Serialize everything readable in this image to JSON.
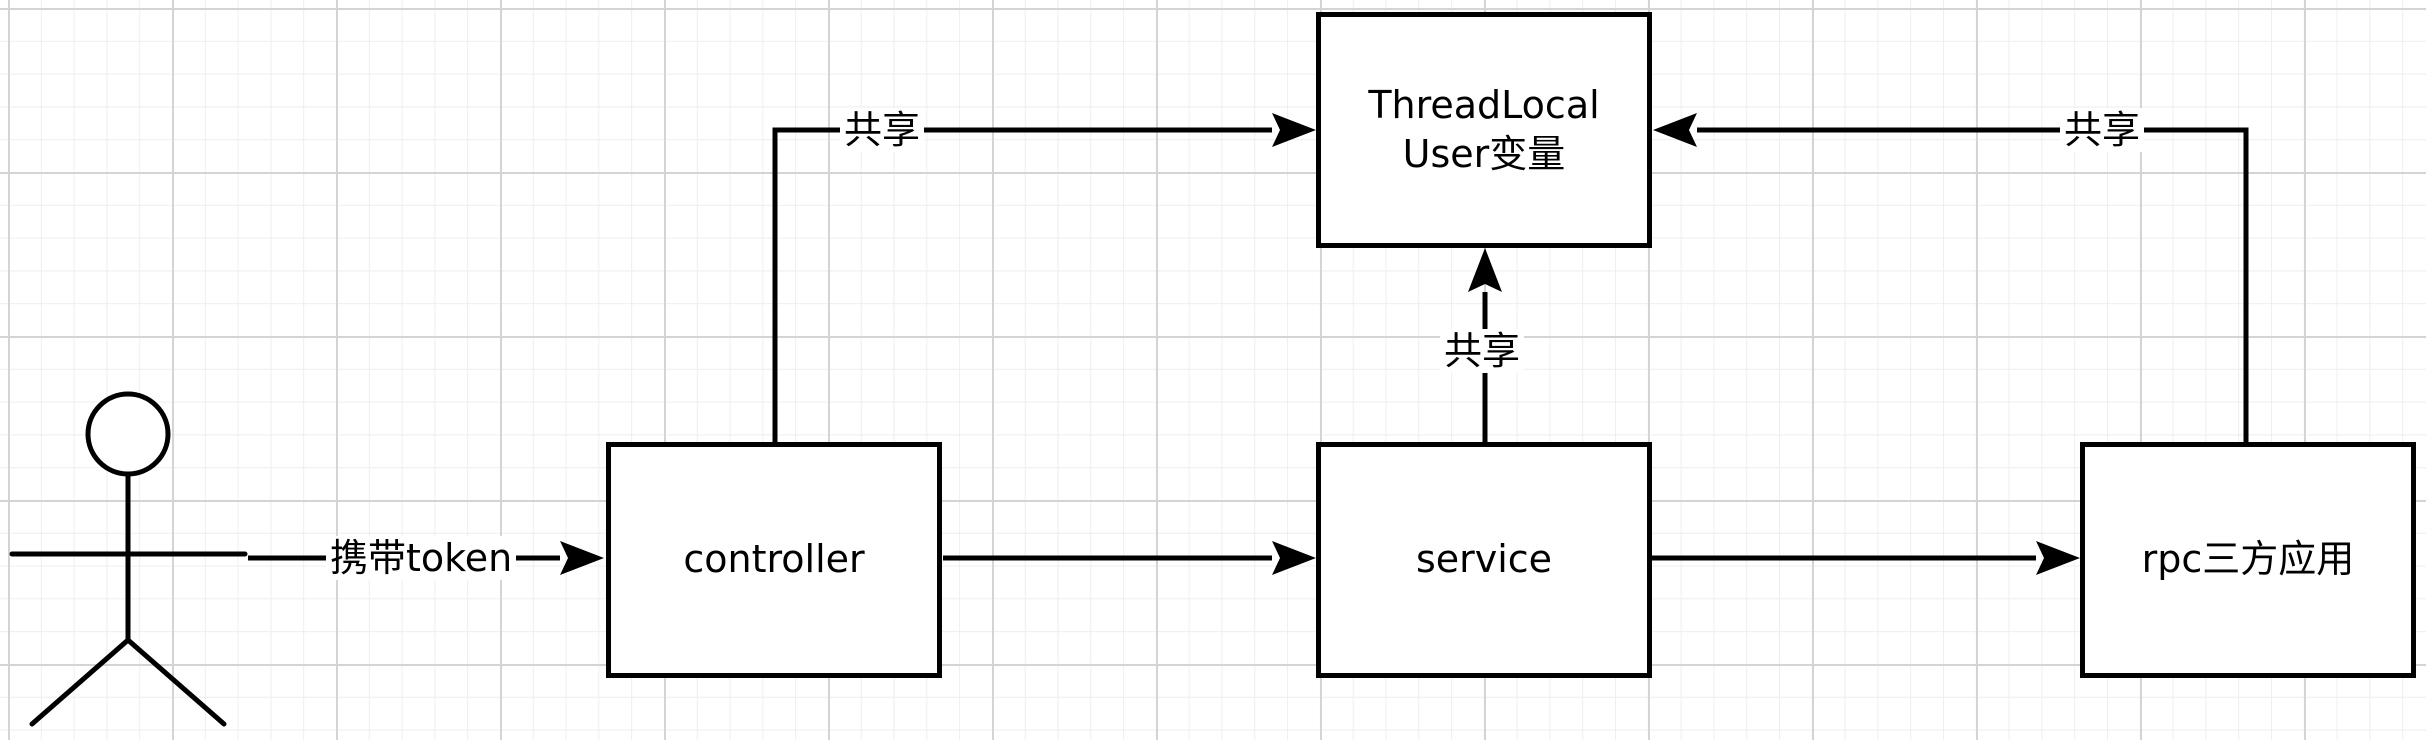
{
  "nodes": {
    "threadlocal": {
      "line1": "ThreadLocal",
      "line2": "User变量"
    },
    "controller": {
      "label": "controller"
    },
    "service": {
      "label": "service"
    },
    "rpc": {
      "label": "rpc三方应用"
    }
  },
  "edges": {
    "user_to_controller": "携带token",
    "controller_to_threadlocal": "共享",
    "service_to_threadlocal": "共享",
    "rpc_to_threadlocal": "共享"
  },
  "colors": {
    "stroke": "#000000",
    "grid": "#d4d4d4",
    "background": "#ffffff"
  }
}
